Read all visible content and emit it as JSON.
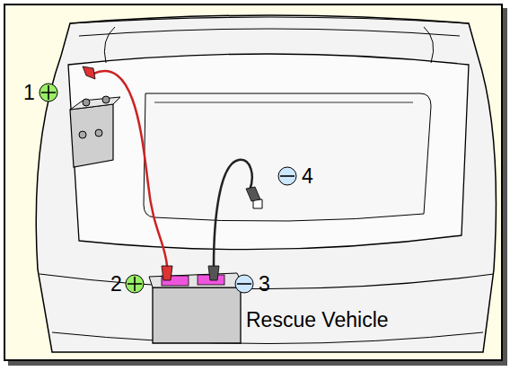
{
  "diagram": {
    "labels": [
      "1",
      "2",
      "3",
      "4",
      "Rescue Vehicle"
    ]
  }
}
